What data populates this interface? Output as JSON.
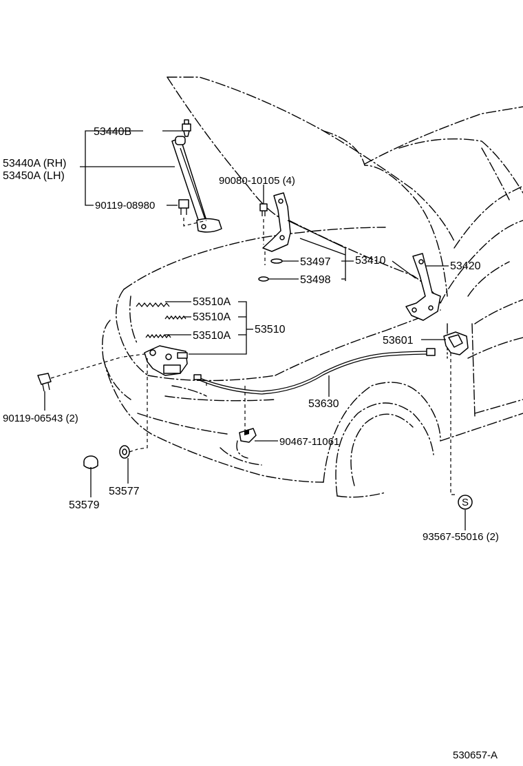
{
  "labels": {
    "p53440B": "53440B",
    "p53440A": "53440A (RH)",
    "p53450A": "53450A (LH)",
    "p90119_08980": "90119-08980",
    "p90080": "90080-10105 (4)",
    "p53497": "53497",
    "p53410": "53410",
    "p53498": "53498",
    "p53420": "53420",
    "p53510A_1": "53510A",
    "p53510A_2": "53510A",
    "p53510A_3": "53510A",
    "p53510": "53510",
    "p53601": "53601",
    "p90119_06543": "90119-06543 (2)",
    "p53630": "53630",
    "p90467": "90467-11061",
    "p53577": "53577",
    "p53579": "53579",
    "s_symbol": "S",
    "p93567": "93567-55016 (2)",
    "drawing_id": "530657-A"
  },
  "icons": [
    "hood-outline",
    "gas-stay-strut",
    "hood-hinge",
    "hood-lock-latch",
    "release-lever",
    "release-cable",
    "bolt",
    "clip",
    "bumper-cushion"
  ]
}
